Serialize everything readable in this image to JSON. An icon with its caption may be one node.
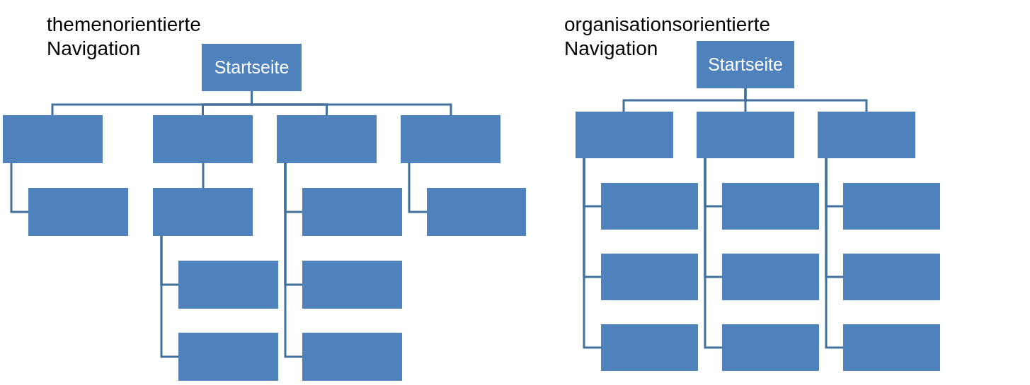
{
  "diagram": {
    "nodes": [
      {
        "text": [
          "Startseite"
        ]
      },
      {
        "text": [],
        "shape": "box"
      },
      {
        "text": [],
        "shape": "box"
      },
      {
        "text": [],
        "shape": "box"
      },
      {
        "text": [],
        "shape": "box"
      },
      {
        "text": [],
        "shape": "box"
      },
      {
        "text": [],
        "shape": "box"
      },
      {
        "text": [],
        "shape": "box"
      },
      {
        "text": [],
        "shape": "box"
      },
      {
        "text": [],
        "shape": "box"
      },
      {
        "text": [],
        "shape": "box"
      },
      {
        "text": [],
        "shape": "box"
      },
      {
        "text": [],
        "shape": "box"
      },
      {
        "text": [
          "Startseite"
        ]
      },
      {
        "text": [],
        "shape": "box"
      },
      {
        "text": [],
        "shape": "box"
      },
      {
        "text": [],
        "shape": "box"
      },
      {
        "text": [],
        "shape": "box"
      },
      {
        "text": [],
        "shape": "box"
      },
      {
        "text": [],
        "shape": "box"
      },
      {
        "text": [],
        "shape": "box"
      },
      {
        "text": [],
        "shape": "box"
      },
      {
        "text": [],
        "shape": "box"
      },
      {
        "text": [],
        "shape": "box"
      },
      {
        "text": [],
        "shape": "box"
      },
      {
        "text": [],
        "shape": "box"
      }
    ],
    "edges": [
      {
        "from": 0,
        "to": 1,
        "arrow": "none"
      },
      {
        "from": 0,
        "to": 2,
        "arrow": "none"
      },
      {
        "from": 0,
        "to": 3,
        "arrow": "none"
      },
      {
        "from": 0,
        "to": 4,
        "arrow": "none"
      },
      {
        "from": 1,
        "to": 5,
        "arrow": "none"
      },
      {
        "from": 2,
        "to": 6,
        "arrow": "none"
      },
      {
        "from": 6,
        "to": 7,
        "arrow": "none"
      },
      {
        "from": 6,
        "to": 8,
        "arrow": "none"
      },
      {
        "from": 3,
        "to": 9,
        "arrow": "none"
      },
      {
        "from": 3,
        "to": 10,
        "arrow": "none"
      },
      {
        "from": 3,
        "to": 11,
        "arrow": "none"
      },
      {
        "from": 4,
        "to": 12,
        "arrow": "none"
      },
      {
        "from": 13,
        "to": 14,
        "arrow": "none"
      },
      {
        "from": 13,
        "to": 15,
        "arrow": "none"
      },
      {
        "from": 13,
        "to": 16,
        "arrow": "none"
      },
      {
        "from": 14,
        "to": 17,
        "arrow": "none"
      },
      {
        "from": 14,
        "to": 18,
        "arrow": "none"
      },
      {
        "from": 14,
        "to": 19,
        "arrow": "none"
      },
      {
        "from": 15,
        "to": 20,
        "arrow": "none"
      },
      {
        "from": 15,
        "to": 21,
        "arrow": "none"
      },
      {
        "from": 15,
        "to": 22,
        "arrow": "none"
      },
      {
        "from": 16,
        "to": 23,
        "arrow": "none"
      },
      {
        "from": 16,
        "to": 24,
        "arrow": "none"
      },
      {
        "from": 16,
        "to": 25,
        "arrow": "none"
      }
    ],
    "labels": [
      "themenorientierte Navigation",
      "organisationsorientierte Navigation"
    ]
  }
}
